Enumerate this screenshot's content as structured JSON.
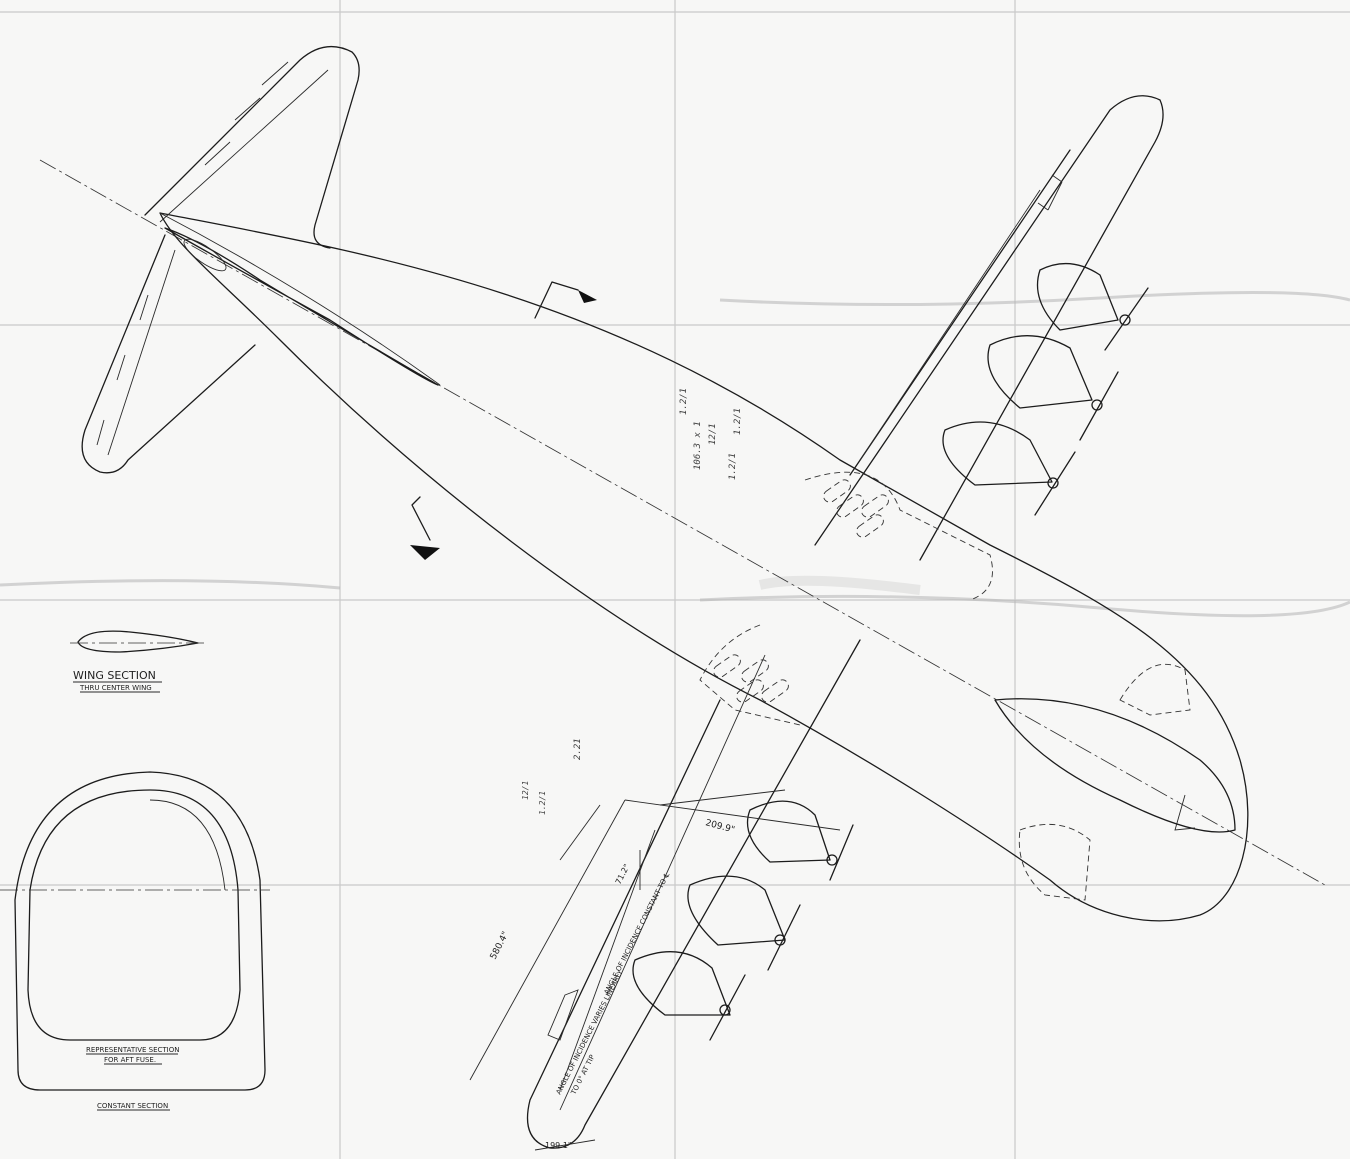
{
  "labels": {
    "wing_section_title": "WING SECTION",
    "wing_section_subtitle": "THRU CENTER WING",
    "rep_section_line1": "REPRESENTATIVE SECTION",
    "rep_section_line2": "FOR AFT FUSE.",
    "constant_section": "CONSTANT SECTION",
    "incidence_note_a": "ANGLE OF INCIDENCE VARIES LINEARLY",
    "incidence_note_b": "TO 0° AT TIP",
    "incidence_note_c": "ANGLE OF INCIDENCE CONSTANT TO ℄"
  },
  "dimensions": {
    "span_outer": "580.4\"",
    "engine_spacing": "209.9\"",
    "inboard": "71.2\"",
    "tip_chord": "199.1\""
  },
  "pencil_notes": [
    "1.2/1",
    "12/1",
    "1.2/1",
    "106.3 x 1",
    "1.2/1",
    "2.21",
    "12/1",
    "1.2/1"
  ],
  "colors": {
    "paper": "#f7f7f6",
    "ink": "#1c1c1c",
    "fold": "#c9c9c9"
  }
}
